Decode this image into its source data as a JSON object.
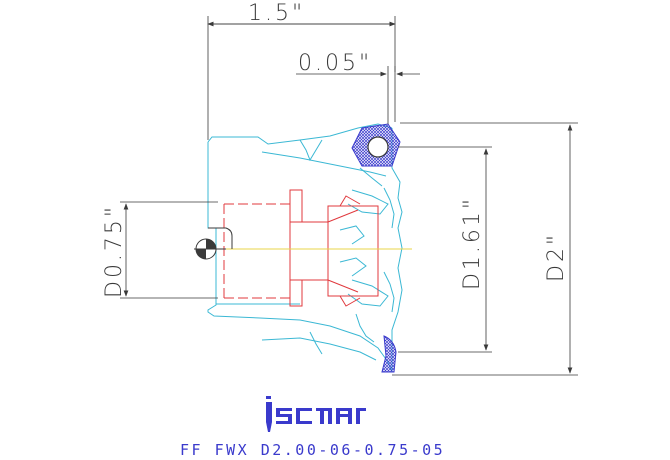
{
  "dimensions": {
    "overall_width": "1.5\"",
    "insert_offset": "0.05\"",
    "bore_diameter": "D0.75\"",
    "body_diameter": "D1.61\"",
    "cutting_diameter": "D2\""
  },
  "brand": {
    "logo_text": "iscar"
  },
  "caption": "FF FWX D2.00-06-0.75-05",
  "colors": {
    "cyan": "#3bb8d4",
    "red": "#e0393e",
    "blue": "#3a3acc",
    "dim_line": "#3a3a3a"
  }
}
